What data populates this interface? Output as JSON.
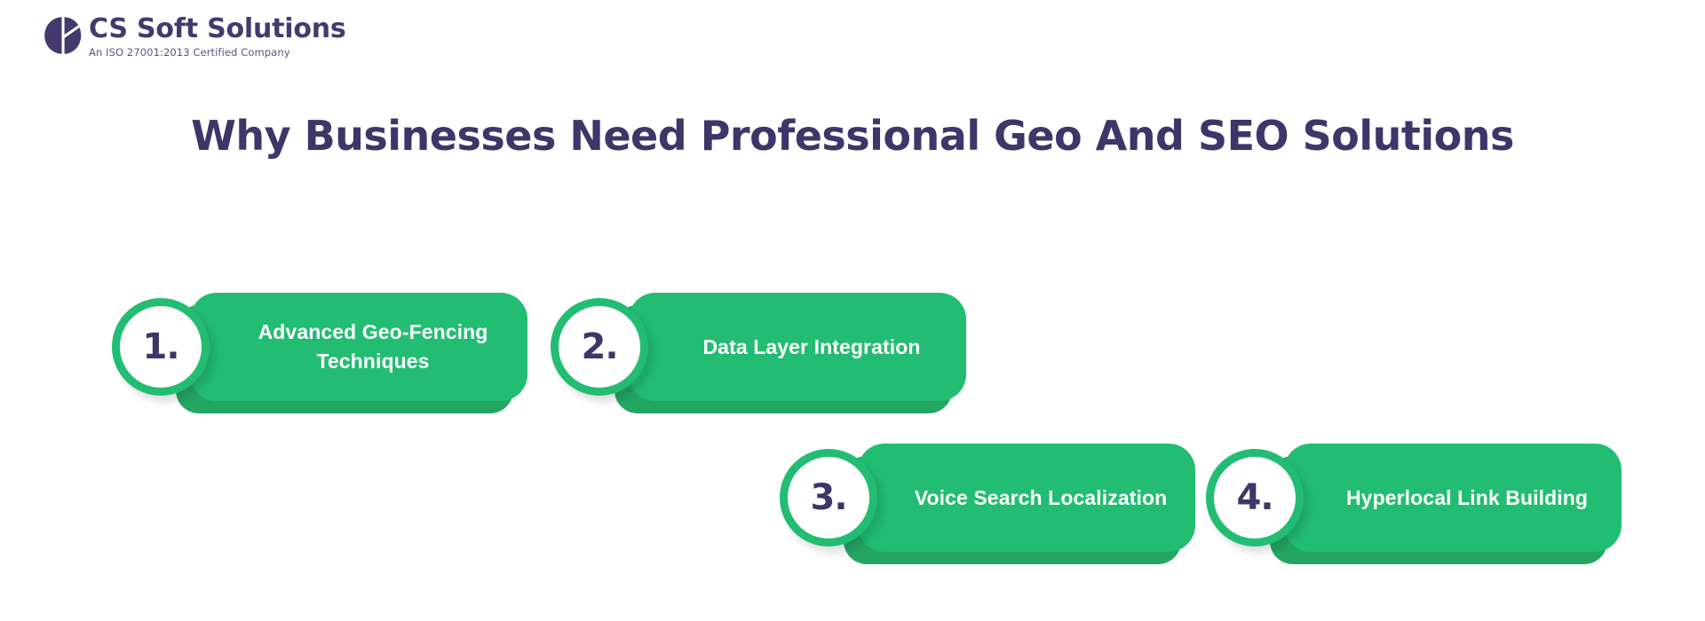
{
  "brand": {
    "logo_icon": "cs-monogram-icon",
    "wordmark": "CS Soft Solutions",
    "tagline": "An ISO 27001:2013 Certified Company",
    "color": "#443a6e"
  },
  "header": {
    "title": "Why Businesses Need Professional Geo And SEO Solutions",
    "title_color": "#3f3568"
  },
  "theme": {
    "background": "#ffffff",
    "accent_green": "#22bd72",
    "accent_green_dark": "#24a663",
    "purple": "#3f3568",
    "card_text": "#ffffff"
  },
  "steps": [
    {
      "number": "1.",
      "label": "Advanced Geo-Fencing Techniques"
    },
    {
      "number": "2.",
      "label": "Data Layer Integration"
    },
    {
      "number": "3.",
      "label": "Voice Search Localization"
    },
    {
      "number": "4.",
      "label": "Hyperlocal Link Building"
    }
  ]
}
